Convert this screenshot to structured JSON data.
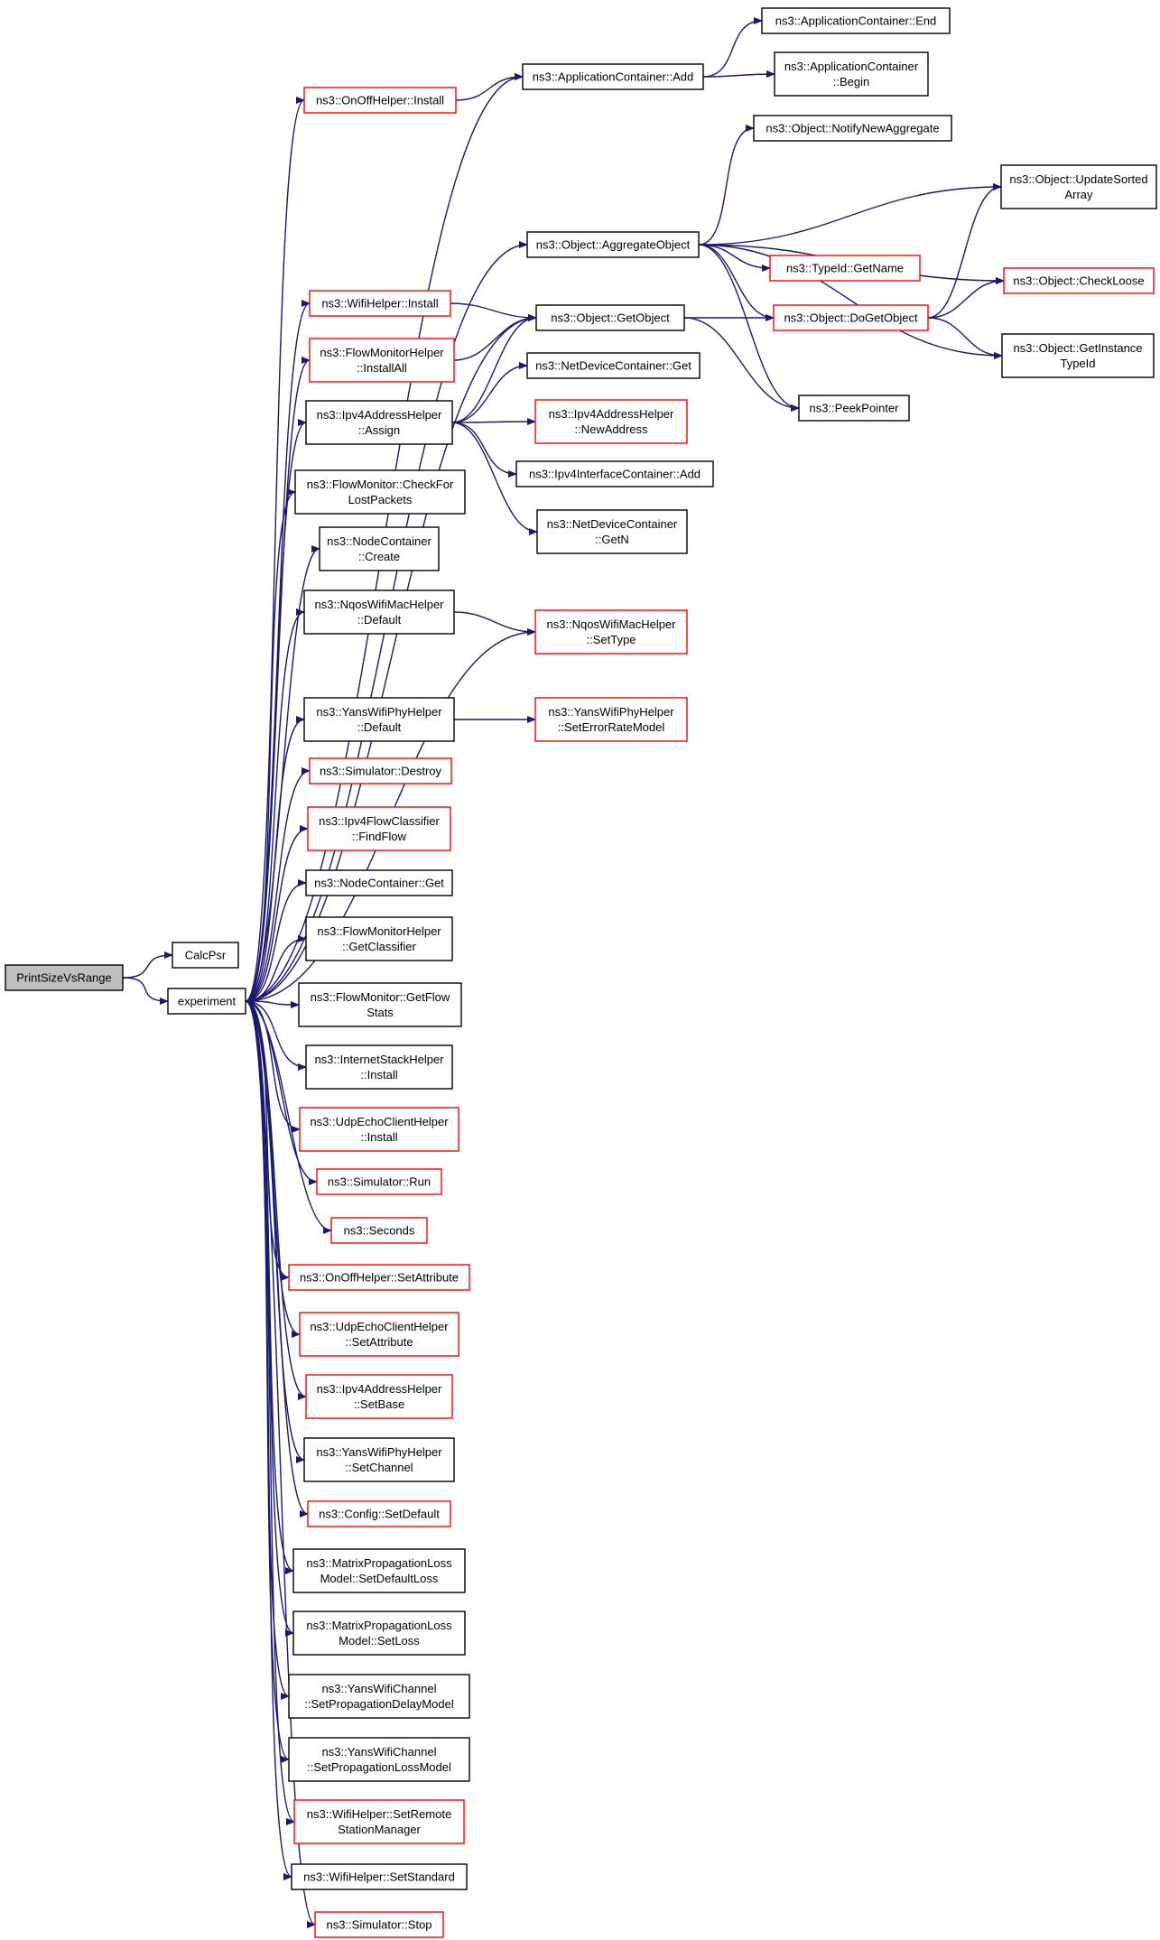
{
  "colors": {
    "edge": "#191970",
    "black_border": "#000000",
    "red_border": "#ff0000",
    "root_fill": "#bfbfbf",
    "node_fill": "#ffffff"
  },
  "nodes": [
    {
      "id": "root",
      "lines": [
        "PrintSizeVsRange"
      ],
      "style": "root"
    },
    {
      "id": "calcpsr",
      "lines": [
        "CalcPsr"
      ],
      "style": "black"
    },
    {
      "id": "experiment",
      "lines": [
        "experiment"
      ],
      "style": "black"
    },
    {
      "id": "onoff_install",
      "lines": [
        "ns3::OnOffHelper::Install"
      ],
      "style": "red"
    },
    {
      "id": "appcont_add",
      "lines": [
        "ns3::ApplicationContainer::Add"
      ],
      "style": "black"
    },
    {
      "id": "appcont_end",
      "lines": [
        "ns3::ApplicationContainer::End"
      ],
      "style": "black"
    },
    {
      "id": "appcont_begin",
      "lines": [
        "ns3::ApplicationContainer",
        "::Begin"
      ],
      "style": "black"
    },
    {
      "id": "notify_new_agg",
      "lines": [
        "ns3::Object::NotifyNewAggregate"
      ],
      "style": "black"
    },
    {
      "id": "update_sorted",
      "lines": [
        "ns3::Object::UpdateSorted",
        "Array"
      ],
      "style": "black"
    },
    {
      "id": "aggregate_obj",
      "lines": [
        "ns3::Object::AggregateObject"
      ],
      "style": "black"
    },
    {
      "id": "typeid_getname",
      "lines": [
        "ns3::TypeId::GetName"
      ],
      "style": "red"
    },
    {
      "id": "check_loose",
      "lines": [
        "ns3::Object::CheckLoose"
      ],
      "style": "red"
    },
    {
      "id": "wifi_install",
      "lines": [
        "ns3::WifiHelper::Install"
      ],
      "style": "red"
    },
    {
      "id": "get_object",
      "lines": [
        "ns3::Object::GetObject"
      ],
      "style": "black"
    },
    {
      "id": "do_get_object",
      "lines": [
        "ns3::Object::DoGetObject"
      ],
      "style": "red"
    },
    {
      "id": "fm_installall",
      "lines": [
        "ns3::FlowMonitorHelper",
        "::InstallAll"
      ],
      "style": "red"
    },
    {
      "id": "get_instance_tid",
      "lines": [
        "ns3::Object::GetInstance",
        "TypeId"
      ],
      "style": "black"
    },
    {
      "id": "ndc_get",
      "lines": [
        "ns3::NetDeviceContainer::Get"
      ],
      "style": "black"
    },
    {
      "id": "ipv4addr_assign",
      "lines": [
        "ns3::Ipv4AddressHelper",
        "::Assign"
      ],
      "style": "black"
    },
    {
      "id": "peek_pointer",
      "lines": [
        "ns3::PeekPointer"
      ],
      "style": "black"
    },
    {
      "id": "ipv4addr_newaddr",
      "lines": [
        "ns3::Ipv4AddressHelper",
        "::NewAddress"
      ],
      "style": "red"
    },
    {
      "id": "ipv4if_add",
      "lines": [
        "ns3::Ipv4InterfaceContainer::Add"
      ],
      "style": "black"
    },
    {
      "id": "fm_checklost",
      "lines": [
        "ns3::FlowMonitor::CheckFor",
        "LostPackets"
      ],
      "style": "black"
    },
    {
      "id": "ndc_getn",
      "lines": [
        "ns3::NetDeviceContainer",
        "::GetN"
      ],
      "style": "black"
    },
    {
      "id": "nodecont_create",
      "lines": [
        "ns3::NodeContainer",
        "::Create"
      ],
      "style": "black"
    },
    {
      "id": "nqos_default",
      "lines": [
        "ns3::NqosWifiMacHelper",
        "::Default"
      ],
      "style": "black"
    },
    {
      "id": "nqos_settype",
      "lines": [
        "ns3::NqosWifiMacHelper",
        "::SetType"
      ],
      "style": "red"
    },
    {
      "id": "yansphy_default",
      "lines": [
        "ns3::YansWifiPhyHelper",
        "::Default"
      ],
      "style": "black"
    },
    {
      "id": "yansphy_seterr",
      "lines": [
        "ns3::YansWifiPhyHelper",
        "::SetErrorRateModel"
      ],
      "style": "red"
    },
    {
      "id": "sim_destroy",
      "lines": [
        "ns3::Simulator::Destroy"
      ],
      "style": "red"
    },
    {
      "id": "ipv4fc_findflow",
      "lines": [
        "ns3::Ipv4FlowClassifier",
        "::FindFlow"
      ],
      "style": "red"
    },
    {
      "id": "nodecont_get",
      "lines": [
        "ns3::NodeContainer::Get"
      ],
      "style": "black"
    },
    {
      "id": "fm_getclassifier",
      "lines": [
        "ns3::FlowMonitorHelper",
        "::GetClassifier"
      ],
      "style": "black"
    },
    {
      "id": "fm_getflowstats",
      "lines": [
        "ns3::FlowMonitor::GetFlow",
        "Stats"
      ],
      "style": "black"
    },
    {
      "id": "inet_install",
      "lines": [
        "ns3::InternetStackHelper",
        "::Install"
      ],
      "style": "black"
    },
    {
      "id": "udpecho_install",
      "lines": [
        "ns3::UdpEchoClientHelper",
        "::Install"
      ],
      "style": "red"
    },
    {
      "id": "sim_run",
      "lines": [
        "ns3::Simulator::Run"
      ],
      "style": "red"
    },
    {
      "id": "seconds",
      "lines": [
        "ns3::Seconds"
      ],
      "style": "red"
    },
    {
      "id": "onoff_setattr",
      "lines": [
        "ns3::OnOffHelper::SetAttribute"
      ],
      "style": "red"
    },
    {
      "id": "udpecho_setattr",
      "lines": [
        "ns3::UdpEchoClientHelper",
        "::SetAttribute"
      ],
      "style": "red"
    },
    {
      "id": "ipv4addr_setbase",
      "lines": [
        "ns3::Ipv4AddressHelper",
        "::SetBase"
      ],
      "style": "red"
    },
    {
      "id": "yansphy_setchannel",
      "lines": [
        "ns3::YansWifiPhyHelper",
        "::SetChannel"
      ],
      "style": "black"
    },
    {
      "id": "config_setdefault",
      "lines": [
        "ns3::Config::SetDefault"
      ],
      "style": "red"
    },
    {
      "id": "matrix_setdefloss",
      "lines": [
        "ns3::MatrixPropagationLoss",
        "Model::SetDefaultLoss"
      ],
      "style": "black"
    },
    {
      "id": "matrix_setloss",
      "lines": [
        "ns3::MatrixPropagationLoss",
        "Model::SetLoss"
      ],
      "style": "black"
    },
    {
      "id": "yanschan_setdelay",
      "lines": [
        "ns3::YansWifiChannel",
        "::SetPropagationDelayModel"
      ],
      "style": "black"
    },
    {
      "id": "yanschan_setloss",
      "lines": [
        "ns3::YansWifiChannel",
        "::SetPropagationLossModel"
      ],
      "style": "black"
    },
    {
      "id": "wifi_setremote",
      "lines": [
        "ns3::WifiHelper::SetRemote",
        "StationManager"
      ],
      "style": "red"
    },
    {
      "id": "wifi_setstandard",
      "lines": [
        "ns3::WifiHelper::SetStandard"
      ],
      "style": "black"
    },
    {
      "id": "sim_stop",
      "lines": [
        "ns3::Simulator::Stop"
      ],
      "style": "red"
    }
  ],
  "edges": [
    [
      "root",
      "calcpsr"
    ],
    [
      "root",
      "experiment"
    ],
    [
      "experiment",
      "onoff_install"
    ],
    [
      "experiment",
      "appcont_add"
    ],
    [
      "experiment",
      "aggregate_obj"
    ],
    [
      "experiment",
      "get_object"
    ],
    [
      "experiment",
      "wifi_install"
    ],
    [
      "experiment",
      "fm_installall"
    ],
    [
      "experiment",
      "ipv4addr_assign"
    ],
    [
      "experiment",
      "fm_checklost"
    ],
    [
      "experiment",
      "nodecont_create"
    ],
    [
      "experiment",
      "nqos_default"
    ],
    [
      "experiment",
      "nqos_settype"
    ],
    [
      "experiment",
      "yansphy_default"
    ],
    [
      "experiment",
      "sim_destroy"
    ],
    [
      "experiment",
      "ipv4fc_findflow"
    ],
    [
      "experiment",
      "nodecont_get"
    ],
    [
      "experiment",
      "fm_getclassifier"
    ],
    [
      "experiment",
      "fm_getflowstats"
    ],
    [
      "experiment",
      "inet_install"
    ],
    [
      "experiment",
      "udpecho_install"
    ],
    [
      "experiment",
      "sim_run"
    ],
    [
      "experiment",
      "seconds"
    ],
    [
      "experiment",
      "onoff_setattr"
    ],
    [
      "experiment",
      "udpecho_setattr"
    ],
    [
      "experiment",
      "ipv4addr_setbase"
    ],
    [
      "experiment",
      "yansphy_setchannel"
    ],
    [
      "experiment",
      "config_setdefault"
    ],
    [
      "experiment",
      "matrix_setdefloss"
    ],
    [
      "experiment",
      "matrix_setloss"
    ],
    [
      "experiment",
      "yanschan_setdelay"
    ],
    [
      "experiment",
      "yanschan_setloss"
    ],
    [
      "experiment",
      "wifi_setremote"
    ],
    [
      "experiment",
      "wifi_setstandard"
    ],
    [
      "experiment",
      "sim_stop"
    ],
    [
      "onoff_install",
      "appcont_add"
    ],
    [
      "appcont_add",
      "appcont_end"
    ],
    [
      "appcont_add",
      "appcont_begin"
    ],
    [
      "aggregate_obj",
      "notify_new_agg"
    ],
    [
      "aggregate_obj",
      "update_sorted"
    ],
    [
      "aggregate_obj",
      "typeid_getname"
    ],
    [
      "aggregate_obj",
      "check_loose"
    ],
    [
      "aggregate_obj",
      "do_get_object"
    ],
    [
      "aggregate_obj",
      "get_instance_tid"
    ],
    [
      "aggregate_obj",
      "peek_pointer"
    ],
    [
      "wifi_install",
      "get_object"
    ],
    [
      "fm_installall",
      "get_object"
    ],
    [
      "get_object",
      "do_get_object"
    ],
    [
      "get_object",
      "peek_pointer"
    ],
    [
      "do_get_object",
      "update_sorted"
    ],
    [
      "do_get_object",
      "check_loose"
    ],
    [
      "do_get_object",
      "get_instance_tid"
    ],
    [
      "ipv4addr_assign",
      "get_object"
    ],
    [
      "ipv4addr_assign",
      "ndc_get"
    ],
    [
      "ipv4addr_assign",
      "ipv4addr_newaddr"
    ],
    [
      "ipv4addr_assign",
      "ipv4if_add"
    ],
    [
      "ipv4addr_assign",
      "ndc_getn"
    ],
    [
      "nqos_default",
      "nqos_settype"
    ],
    [
      "yansphy_default",
      "yansphy_seterr"
    ]
  ]
}
